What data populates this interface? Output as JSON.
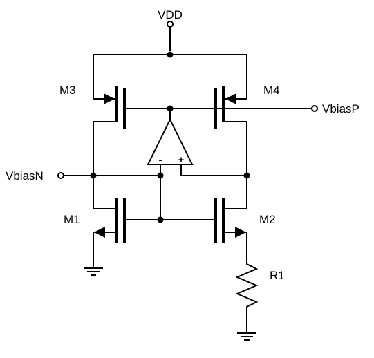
{
  "labels": {
    "vdd": "VDD",
    "m1": "M1",
    "m2": "M2",
    "m3": "M3",
    "m4": "M4",
    "r1": "R1",
    "vbiasn": "VbiasN",
    "vbiasp": "VbiasP",
    "opamp_minus": "-",
    "opamp_plus": "+"
  }
}
